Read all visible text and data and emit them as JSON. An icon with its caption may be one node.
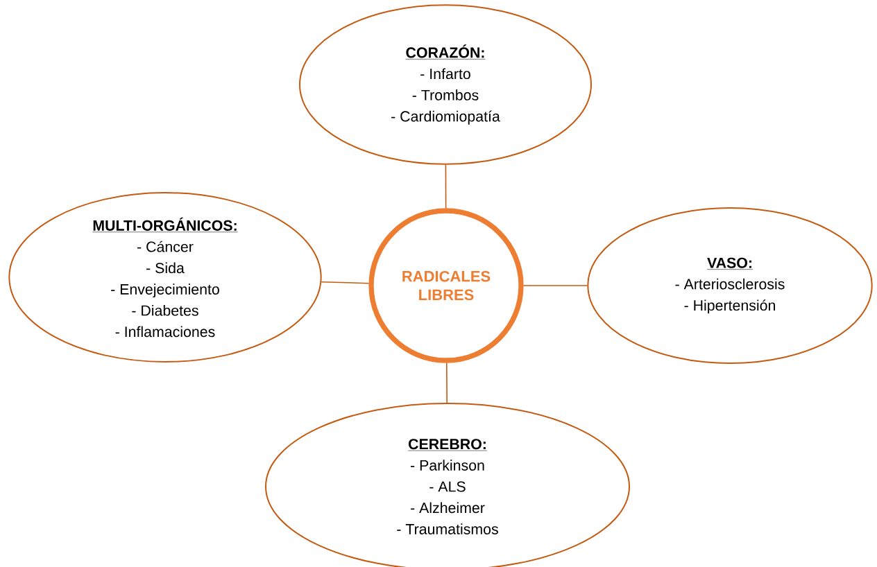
{
  "diagram": {
    "nodes": [
      {
        "text": [
          "RADICALES LIBRES"
        ]
      },
      {
        "text": [
          "CORAZÓN:",
          "- Infarto",
          "- Trombos",
          "- Cardiomiopatía"
        ]
      },
      {
        "text": [
          "MULTI-ORGÁNICOS:",
          "- Cáncer",
          "- Sida",
          "- Envejecimiento",
          "- Diabetes",
          "- Inflamaciones"
        ]
      },
      {
        "text": [
          "VASO:",
          "- Arteriosclerosis",
          "- Hipertensión"
        ]
      },
      {
        "text": [
          "CEREBRO:",
          "- Parkinson",
          "- ALS",
          "- Alzheimer",
          "- Traumatismos"
        ]
      }
    ],
    "edges": [
      {
        "from": 0,
        "to": 1,
        "arrow": "none"
      },
      {
        "from": 0,
        "to": 2,
        "arrow": "none"
      },
      {
        "from": 0,
        "to": 3,
        "arrow": "none"
      },
      {
        "from": 0,
        "to": 4,
        "arrow": "none"
      }
    ]
  }
}
